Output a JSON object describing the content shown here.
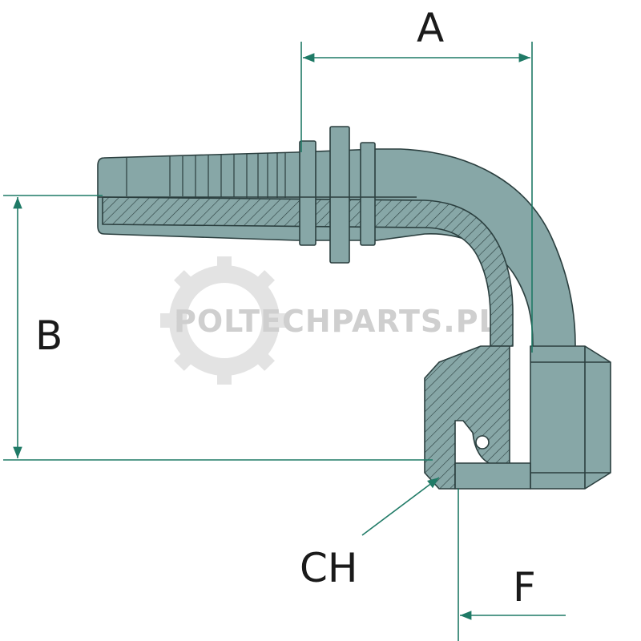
{
  "diagram": {
    "dimension_labels": {
      "a": "A",
      "b": "B",
      "ch": "CH",
      "f": "F"
    },
    "watermark": {
      "text": "POLTECHPARTS.PL",
      "icon": "gear-icon"
    },
    "colors": {
      "body": "#87a7a7",
      "outline": "#2b3f3f",
      "dimension_line": "#1f7a66",
      "watermark": "#cfcfcf",
      "label": "#1a1a1a"
    }
  }
}
